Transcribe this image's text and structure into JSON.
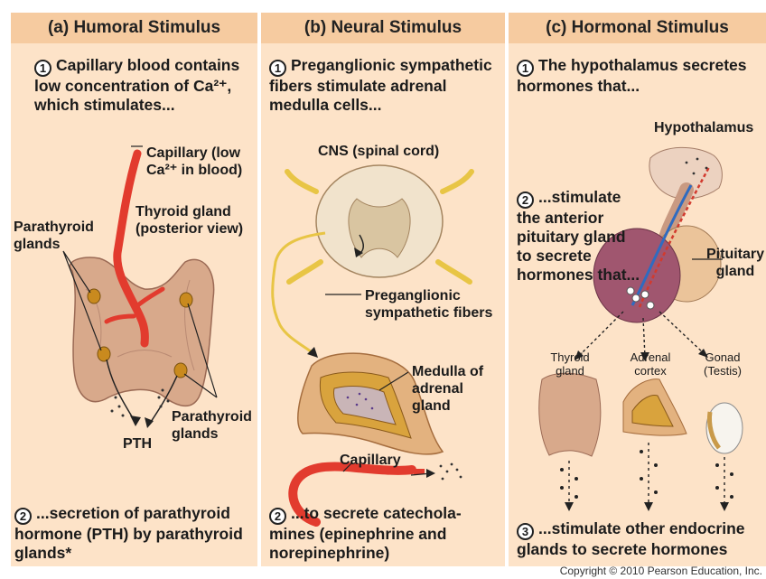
{
  "panels": {
    "a": {
      "header": "(a) Humoral Stimulus",
      "step1_num": "1",
      "step1": "Capillary blood contains low concentration of Ca²⁺, which stimulates...",
      "step2_num": "2",
      "step2": "...secretion of parathyroid hormone (PTH) by parathyroid glands*",
      "label_capillary": "Capillary (low Ca²⁺ in blood)",
      "label_thyroid": "Thyroid gland (posterior view)",
      "label_parathyroid_left": "Parathyroid glands",
      "label_parathyroid_right": "Parathyroid glands",
      "label_pth": "PTH"
    },
    "b": {
      "header": "(b) Neural Stimulus",
      "step1_num": "1",
      "step1": "Preganglionic sympathetic fibers stimulate adrenal medulla cells...",
      "step2_num": "2",
      "step2": "...to secrete catechola-mines (epinephrine and norepinephrine)",
      "label_cns": "CNS (spinal cord)",
      "label_preganglionic": "Preganglionic sympathetic fibers",
      "label_medulla": "Medulla of adrenal gland",
      "label_capillary": "Capillary"
    },
    "c": {
      "header": "(c) Hormonal Stimulus",
      "step1_num": "1",
      "step1": "The hypothalamus secretes hormones that...",
      "step2_num": "2",
      "step2": "...stimulate the anterior pituitary gland to secrete hormones that...",
      "step3_num": "3",
      "step3": "...stimulate other endocrine glands to secrete hormones",
      "label_hypothalamus": "Hypothalamus",
      "label_pituitary": "Pituitary gland",
      "label_thyroid": "Thyroid gland",
      "label_adrenal": "Adrenal cortex",
      "label_gonad": "Gonad (Testis)"
    }
  },
  "copyright": "Copyright © 2010 Pearson Education, Inc.",
  "colors": {
    "panel_bg": "#fde3c8",
    "header_bg": "#f6cba0",
    "capillary_red": "#e23b2e",
    "nerve_yellow": "#e8c545",
    "tissue": "#d8a98b",
    "pituitary_purple": "#a0566f"
  }
}
